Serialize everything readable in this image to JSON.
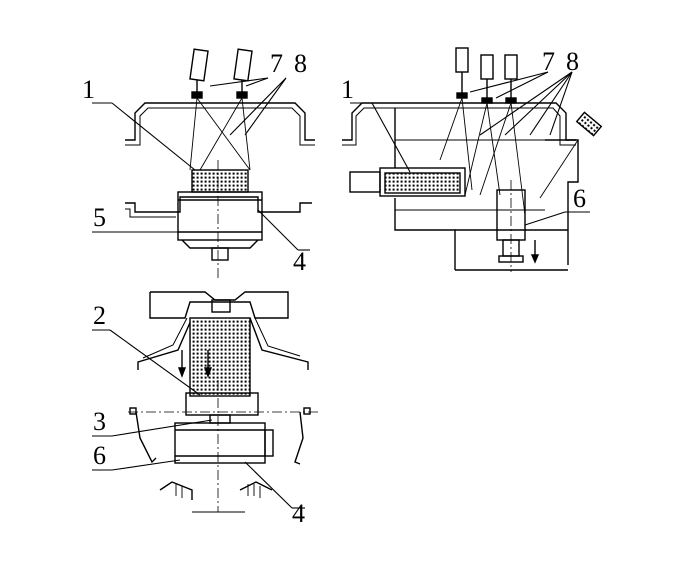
{
  "figure": {
    "views": [
      {
        "id": "view-top-left",
        "labels": [
          "1",
          "7",
          "8",
          "5",
          "4"
        ]
      },
      {
        "id": "view-top-right",
        "labels": [
          "1",
          "7",
          "8",
          "6"
        ]
      },
      {
        "id": "view-bottom",
        "labels": [
          "2",
          "3",
          "6",
          "4"
        ]
      }
    ]
  }
}
